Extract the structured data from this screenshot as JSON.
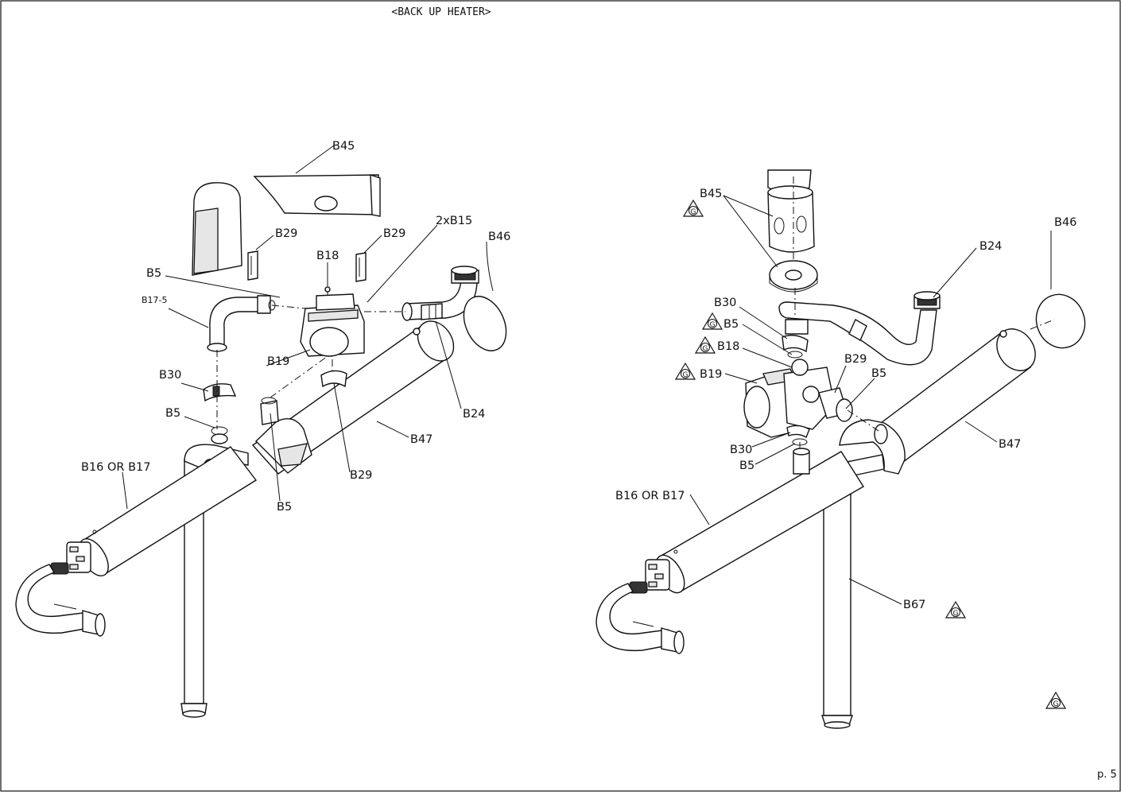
{
  "title": "<BACK UP HEATER>",
  "page_number": "p. 5",
  "symbol_letter": "G",
  "left_view": {
    "labels": {
      "b45": "B45",
      "b29_a": "B29",
      "b29_b": "B29",
      "b29_c": "B29",
      "b18": "B18",
      "b15": "2xB15",
      "b46": "B46",
      "b5_a": "B5",
      "b5_b": "B5",
      "b5_c": "B5",
      "b17_5": "B17-5",
      "b19": "B19",
      "b30": "B30",
      "b24": "B24",
      "b47": "B47",
      "b16": "B16 OR B17"
    }
  },
  "right_view": {
    "labels": {
      "b45": "B45",
      "b46": "B46",
      "b24": "B24",
      "b30_a": "B30",
      "b5_a": "B5",
      "b18": "B18",
      "b19": "B19",
      "b29": "B29",
      "b5_b": "B5",
      "b30_b": "B30",
      "b5_c": "B5",
      "b47": "B47",
      "b16": "B16 OR B17",
      "b67": "B67"
    }
  }
}
